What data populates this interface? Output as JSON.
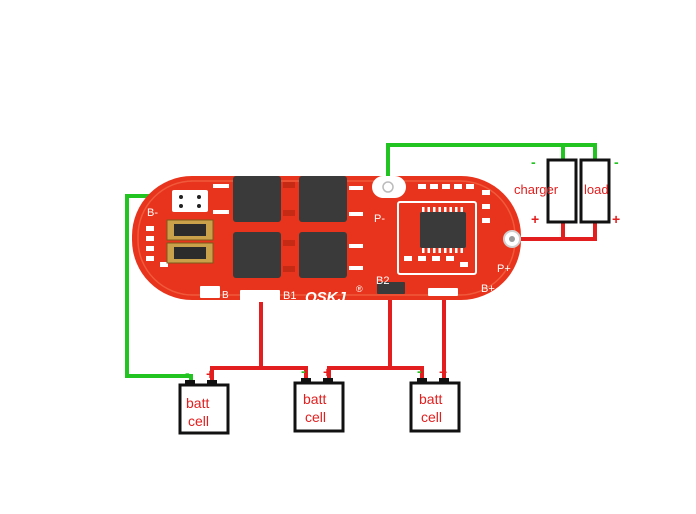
{
  "colors": {
    "board": "#e8341c",
    "board_dark": "#c42a14",
    "board_edge": "#f05a3c",
    "silk": "#ffffff",
    "chip": "#3a3a3a",
    "chip_dark": "#222222",
    "wire_green": "#22c422",
    "wire_red": "#e31e1e",
    "text_red": "#e31e1e",
    "text_green": "#22c422",
    "outline": "#111111"
  },
  "board": {
    "brand": "QSKJ",
    "reg": "®",
    "pad_b_minus": "B-",
    "pad_p_minus": "P-",
    "pad_p_plus": "P+",
    "pad_b_plus": "B+",
    "pad_b1": "B1",
    "pad_b2": "B2",
    "pad_b": "B"
  },
  "components": {
    "charger": {
      "label": "charger",
      "neg": "-",
      "pos": "+"
    },
    "load": {
      "label": "load",
      "neg": "-",
      "pos": "+"
    }
  },
  "cells": [
    {
      "line1": "batt",
      "line2": "cell",
      "neg": "-",
      "pos": "+"
    },
    {
      "line1": "batt",
      "line2": "cell",
      "neg": "-",
      "pos": "+"
    },
    {
      "line1": "batt",
      "line2": "cell",
      "neg": "-",
      "pos": "+"
    }
  ]
}
